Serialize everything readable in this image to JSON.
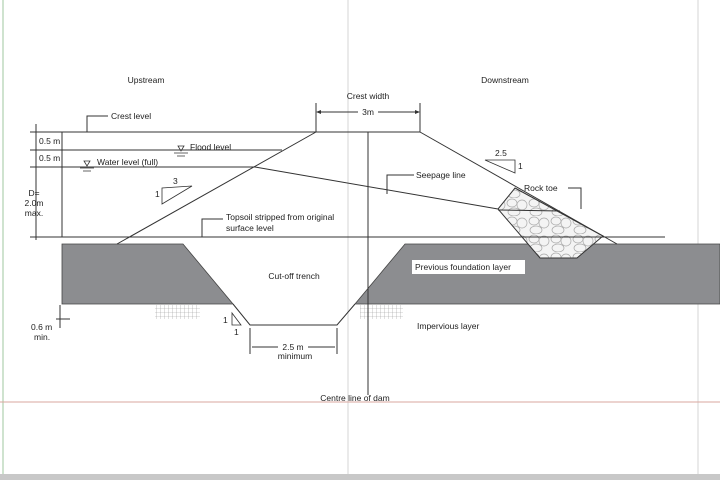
{
  "labels": {
    "upstream": "Upstream",
    "downstream": "Downstream",
    "crest_width": "Crest width",
    "crest_width_value": "3m",
    "crest_level": "Crest level",
    "flood_level": "Flood level",
    "water_level": "Water level (full)",
    "dim_freeboard_1": "0.5 m",
    "dim_freeboard_2": "0.5 m",
    "dim_depth_1": "D=",
    "dim_depth_2": "2.0m",
    "dim_depth_3": "max.",
    "upstream_slope_rise": "1",
    "upstream_slope_run": "3",
    "downstream_slope_run": "2.5",
    "downstream_slope_rise": "1",
    "seepage_line": "Seepage line",
    "rock_toe": "Rock toe",
    "topsoil_1": "Topsoil stripped from original",
    "topsoil_2": "surface level",
    "cutoff_trench": "Cut-off trench",
    "previous_foundation": "Previous foundation layer",
    "impervious_layer": "Impervious layer",
    "trench_slope_rise": "1",
    "trench_slope_run": "1",
    "trench_depth_1": "0.6 m",
    "trench_depth_2": "min.",
    "trench_width_1": "2.5 m",
    "trench_width_2": "minimum",
    "centre_line": "Centre line of dam"
  },
  "colors": {
    "foundation": "#8c8d90",
    "line": "#333333",
    "page_guide": "#cccccc",
    "margin_red": "#d9a79f"
  }
}
